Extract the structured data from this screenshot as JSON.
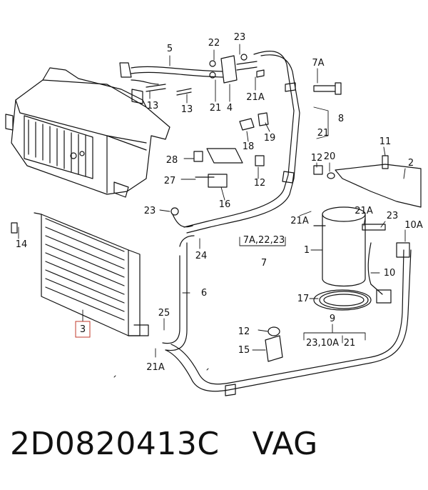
{
  "part_number": "2D0820413C",
  "brand": "VAG",
  "callouts": [
    {
      "id": "c5",
      "text": "5"
    },
    {
      "id": "c22",
      "text": "22"
    },
    {
      "id": "c23t",
      "text": "23"
    },
    {
      "id": "c7A",
      "text": "7A"
    },
    {
      "id": "c13a",
      "text": "13"
    },
    {
      "id": "c13b",
      "text": "13"
    },
    {
      "id": "c21a",
      "text": "21"
    },
    {
      "id": "c4",
      "text": "4"
    },
    {
      "id": "c21A_top",
      "text": "21A"
    },
    {
      "id": "c8",
      "text": "8"
    },
    {
      "id": "c21_8",
      "text": "21"
    },
    {
      "id": "c19",
      "text": "19"
    },
    {
      "id": "c18",
      "text": "18"
    },
    {
      "id": "c11",
      "text": "11"
    },
    {
      "id": "c28",
      "text": "28"
    },
    {
      "id": "c12a",
      "text": "12"
    },
    {
      "id": "c20",
      "text": "20"
    },
    {
      "id": "c2",
      "text": "2"
    },
    {
      "id": "c27",
      "text": "27"
    },
    {
      "id": "c12b",
      "text": "12"
    },
    {
      "id": "c16",
      "text": "16"
    },
    {
      "id": "c23m",
      "text": "23"
    },
    {
      "id": "c21A_mid",
      "text": "21A"
    },
    {
      "id": "c21A_r",
      "text": "21A"
    },
    {
      "id": "c23r",
      "text": "23"
    },
    {
      "id": "c10A",
      "text": "10A"
    },
    {
      "id": "c14",
      "text": "14"
    },
    {
      "id": "c7A2223",
      "text": "7A,22,23"
    },
    {
      "id": "c1",
      "text": "1"
    },
    {
      "id": "c24",
      "text": "24"
    },
    {
      "id": "c7",
      "text": "7"
    },
    {
      "id": "c10",
      "text": "10"
    },
    {
      "id": "c6",
      "text": "6"
    },
    {
      "id": "c17",
      "text": "17"
    },
    {
      "id": "c3",
      "text": "3"
    },
    {
      "id": "c25",
      "text": "25"
    },
    {
      "id": "c9",
      "text": "9"
    },
    {
      "id": "c12c",
      "text": "12"
    },
    {
      "id": "c2310A",
      "text": "23,10A"
    },
    {
      "id": "c21b",
      "text": "21"
    },
    {
      "id": "c15",
      "text": "15"
    },
    {
      "id": "c21A_bot",
      "text": "21A"
    }
  ]
}
